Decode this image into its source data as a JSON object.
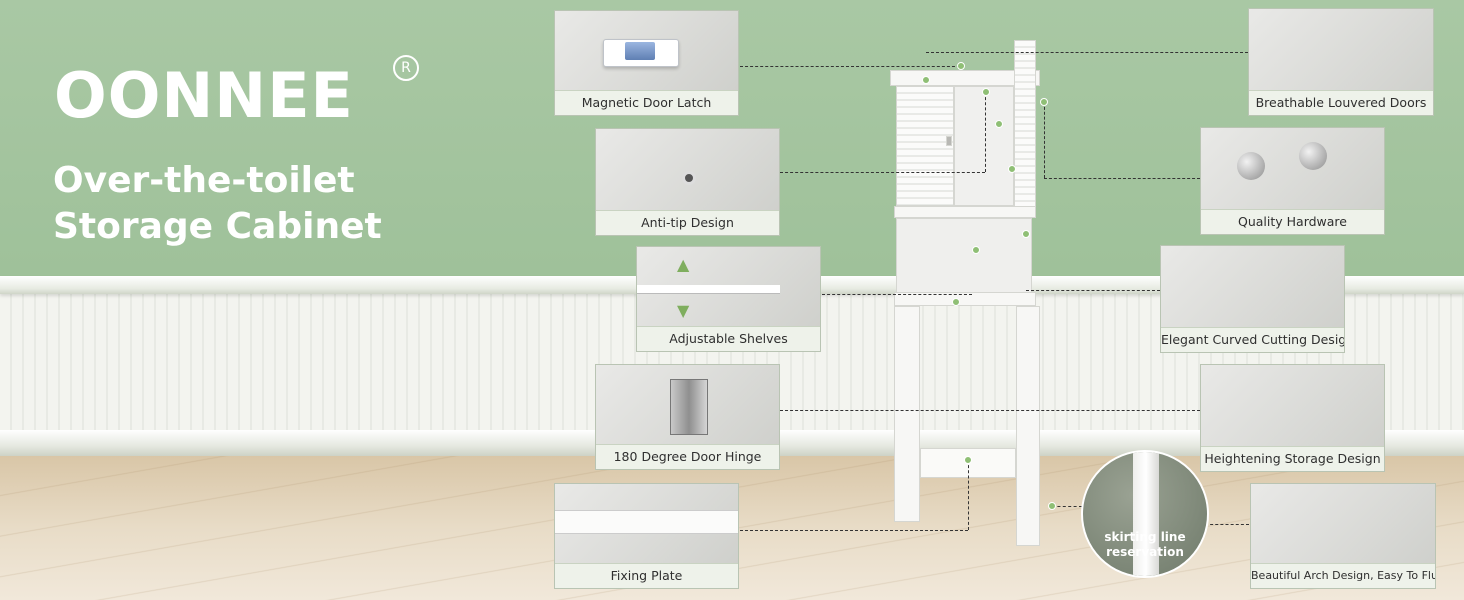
{
  "brand": {
    "name": "OONNEE",
    "registered_mark": "R"
  },
  "headline": {
    "line1": "Over-the-toilet",
    "line2": "Storage Cabinet"
  },
  "callouts": [
    {
      "label": "Magnetic Door Latch"
    },
    {
      "label": "Anti-tip Design"
    },
    {
      "label": "Adjustable Shelves"
    },
    {
      "label": "180 Degree Door Hinge"
    },
    {
      "label": "Fixing Plate"
    },
    {
      "label": "Breathable Louvered Doors"
    },
    {
      "label": "Quality Hardware"
    },
    {
      "label": "Elegant Curved Cutting Design"
    },
    {
      "label": "Heightening Storage Design"
    },
    {
      "label": "Beautiful Arch Design, Easy To Flush"
    }
  ],
  "circle": {
    "line1": "skirting line",
    "line2": "reservation"
  },
  "colors": {
    "wall": "#a9c8a4",
    "accent_dot": "#8fbf75",
    "caption_bg": "#eef2ea"
  }
}
